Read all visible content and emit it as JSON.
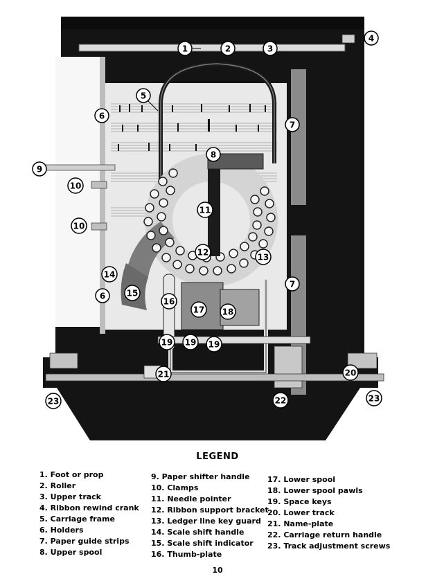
{
  "legend": {
    "title": "LEGEND",
    "columns": [
      [
        "1. Foot or prop",
        "2. Roller",
        "3. Upper track",
        "4. Ribbon rewind crank",
        "5. Carriage frame",
        "6. Holders",
        "7. Paper guide strips",
        "8. Upper spool"
      ],
      [
        "9. Paper shifter handle",
        "10. Clamps",
        "11. Needle pointer",
        "12. Ribbon support bracket",
        "13. Ledger line key guard",
        "14. Scale shift handle",
        "15. Scale shift indicator",
        "16. Thumb-plate"
      ],
      [
        "17. Lower spool",
        "18. Lower spool pawls",
        "19. Space keys",
        "20. Lower track",
        "21. Name-plate",
        "22. Carriage return handle",
        "23. Track adjustment screws"
      ]
    ]
  },
  "callouts": {
    "c1": "1",
    "c2": "2",
    "c3": "3",
    "c4": "4",
    "c5": "5",
    "c6a": "6",
    "c6b": "6",
    "c7a": "7",
    "c7b": "7",
    "c8": "8",
    "c9": "9",
    "c10a": "10",
    "c10b": "10",
    "c11": "11",
    "c12": "12",
    "c13": "13",
    "c14": "14",
    "c15": "15",
    "c16": "16",
    "c17": "17",
    "c18": "18",
    "c19a": "19",
    "c19b": "19",
    "c19c": "19",
    "c20": "20",
    "c21": "21",
    "c22": "22",
    "c23a": "23",
    "c23b": "23"
  },
  "page_number": "10"
}
